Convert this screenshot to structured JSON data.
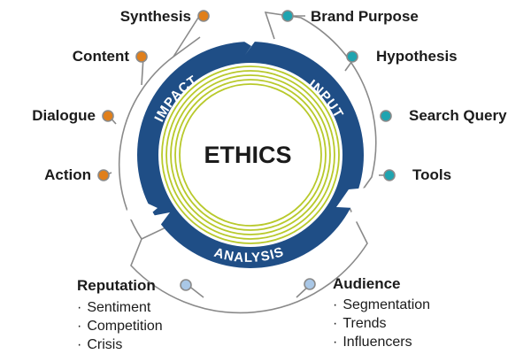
{
  "center": {
    "title": "ETHICS"
  },
  "arcs": {
    "impact": "IMPACT",
    "input": "INPUT",
    "analysis": "ANALYSIS"
  },
  "left_items": [
    "Synthesis",
    "Content",
    "Dialogue",
    "Action"
  ],
  "right_items": [
    "Brand Purpose",
    "Hypothesis",
    "Search Query",
    "Tools"
  ],
  "reputation": {
    "title": "Reputation",
    "bullets": [
      "Sentiment",
      "Competition",
      "Crisis"
    ]
  },
  "audience": {
    "title": "Audience",
    "bullets": [
      "Segmentation",
      "Trends",
      "Influencers"
    ]
  },
  "colors": {
    "navy": "#1f4e86",
    "orange": "#e07f1b",
    "teal": "#1fa4b0",
    "lightblue": "#a9c7e6",
    "lime": "#b8c92b",
    "outline": "#8a8a8a"
  }
}
